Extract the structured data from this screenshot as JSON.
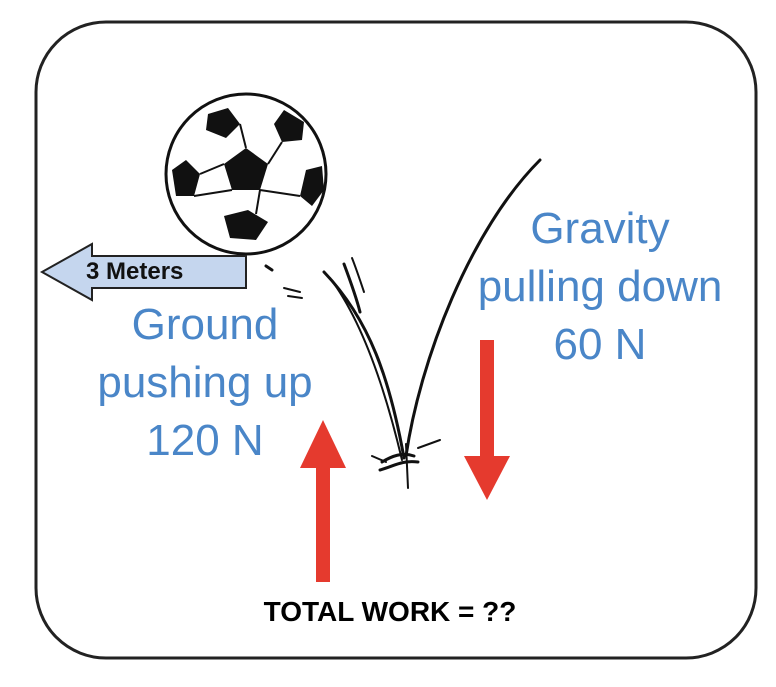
{
  "diagram": {
    "distance_label": "3 Meters",
    "ground_force": {
      "line1": "Ground",
      "line2": "pushing up",
      "line3": "120 N"
    },
    "gravity_force": {
      "line1": "Gravity",
      "line2": "pulling down",
      "line3": "60 N"
    },
    "question": "TOTAL WORK = ??"
  },
  "colors": {
    "label_text": "#4a86c8",
    "force_arrow": "#e53a2e",
    "distance_arrow_fill": "#c5d6ee",
    "frame": "#222222"
  }
}
